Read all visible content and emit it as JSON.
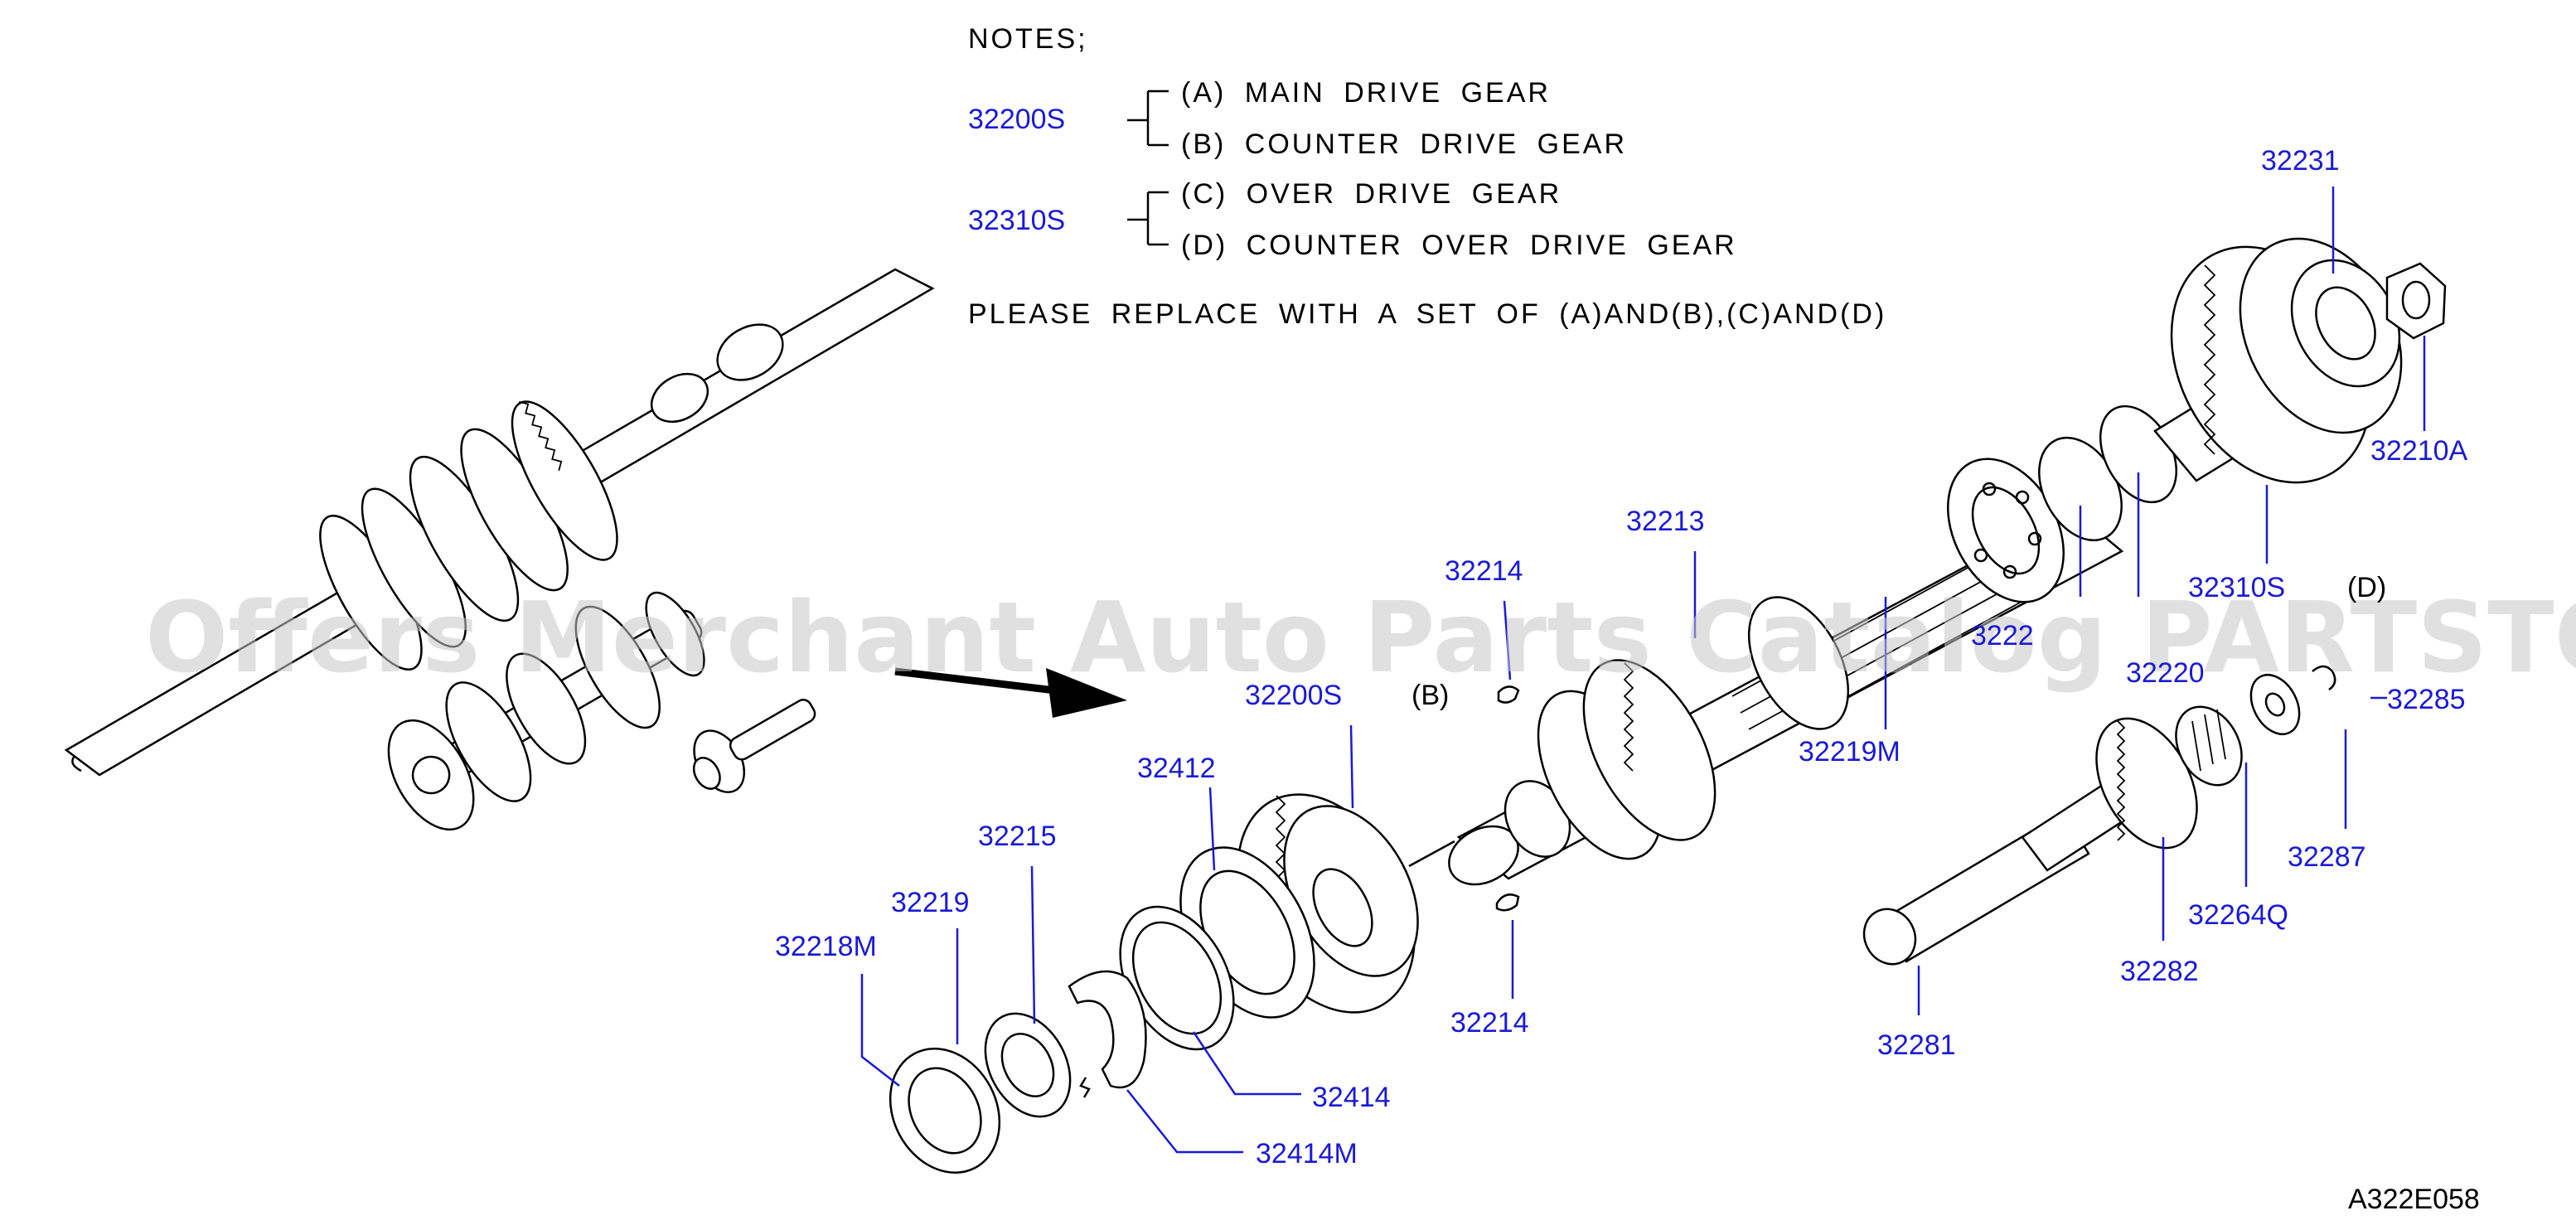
{
  "notes": {
    "heading": "NOTES;",
    "group1_part": "32200S",
    "group1_a": "(A)  MAIN  DRIVE  GEAR",
    "group1_b": "(B)  COUNTER  DRIVE  GEAR",
    "group2_part": "32310S",
    "group2_c": "(C)  OVER  DRIVE  GEAR",
    "group2_d": "(D)  COUNTER  OVER  DRIVE  GEAR",
    "replace": "PLEASE  REPLACE  WITH  A  SET  OF  (A)AND(B),(C)AND(D)"
  },
  "watermark": "Offers Merchant Auto Parts Catalog PARTSTORE.SA",
  "figure_code": "A322E058",
  "markers": {
    "b": "(B)",
    "d": "(D)"
  },
  "parts": {
    "p32231": "32231",
    "p32210A": "32210A",
    "p32213": "32213",
    "p32214_top": "32214",
    "p32310S": "32310S",
    "p3222x": "3222",
    "p32220": "32220",
    "p32285": "32285",
    "p32200S": "32200S",
    "p32219M": "32219M",
    "p32412": "32412",
    "p32215": "32215",
    "p32219": "32219",
    "p32218M": "32218M",
    "p32287": "32287",
    "p32264Q": "32264Q",
    "p32282": "32282",
    "p32214_bot": "32214",
    "p32281": "32281",
    "p32414": "32414",
    "p32414M": "32414M"
  }
}
